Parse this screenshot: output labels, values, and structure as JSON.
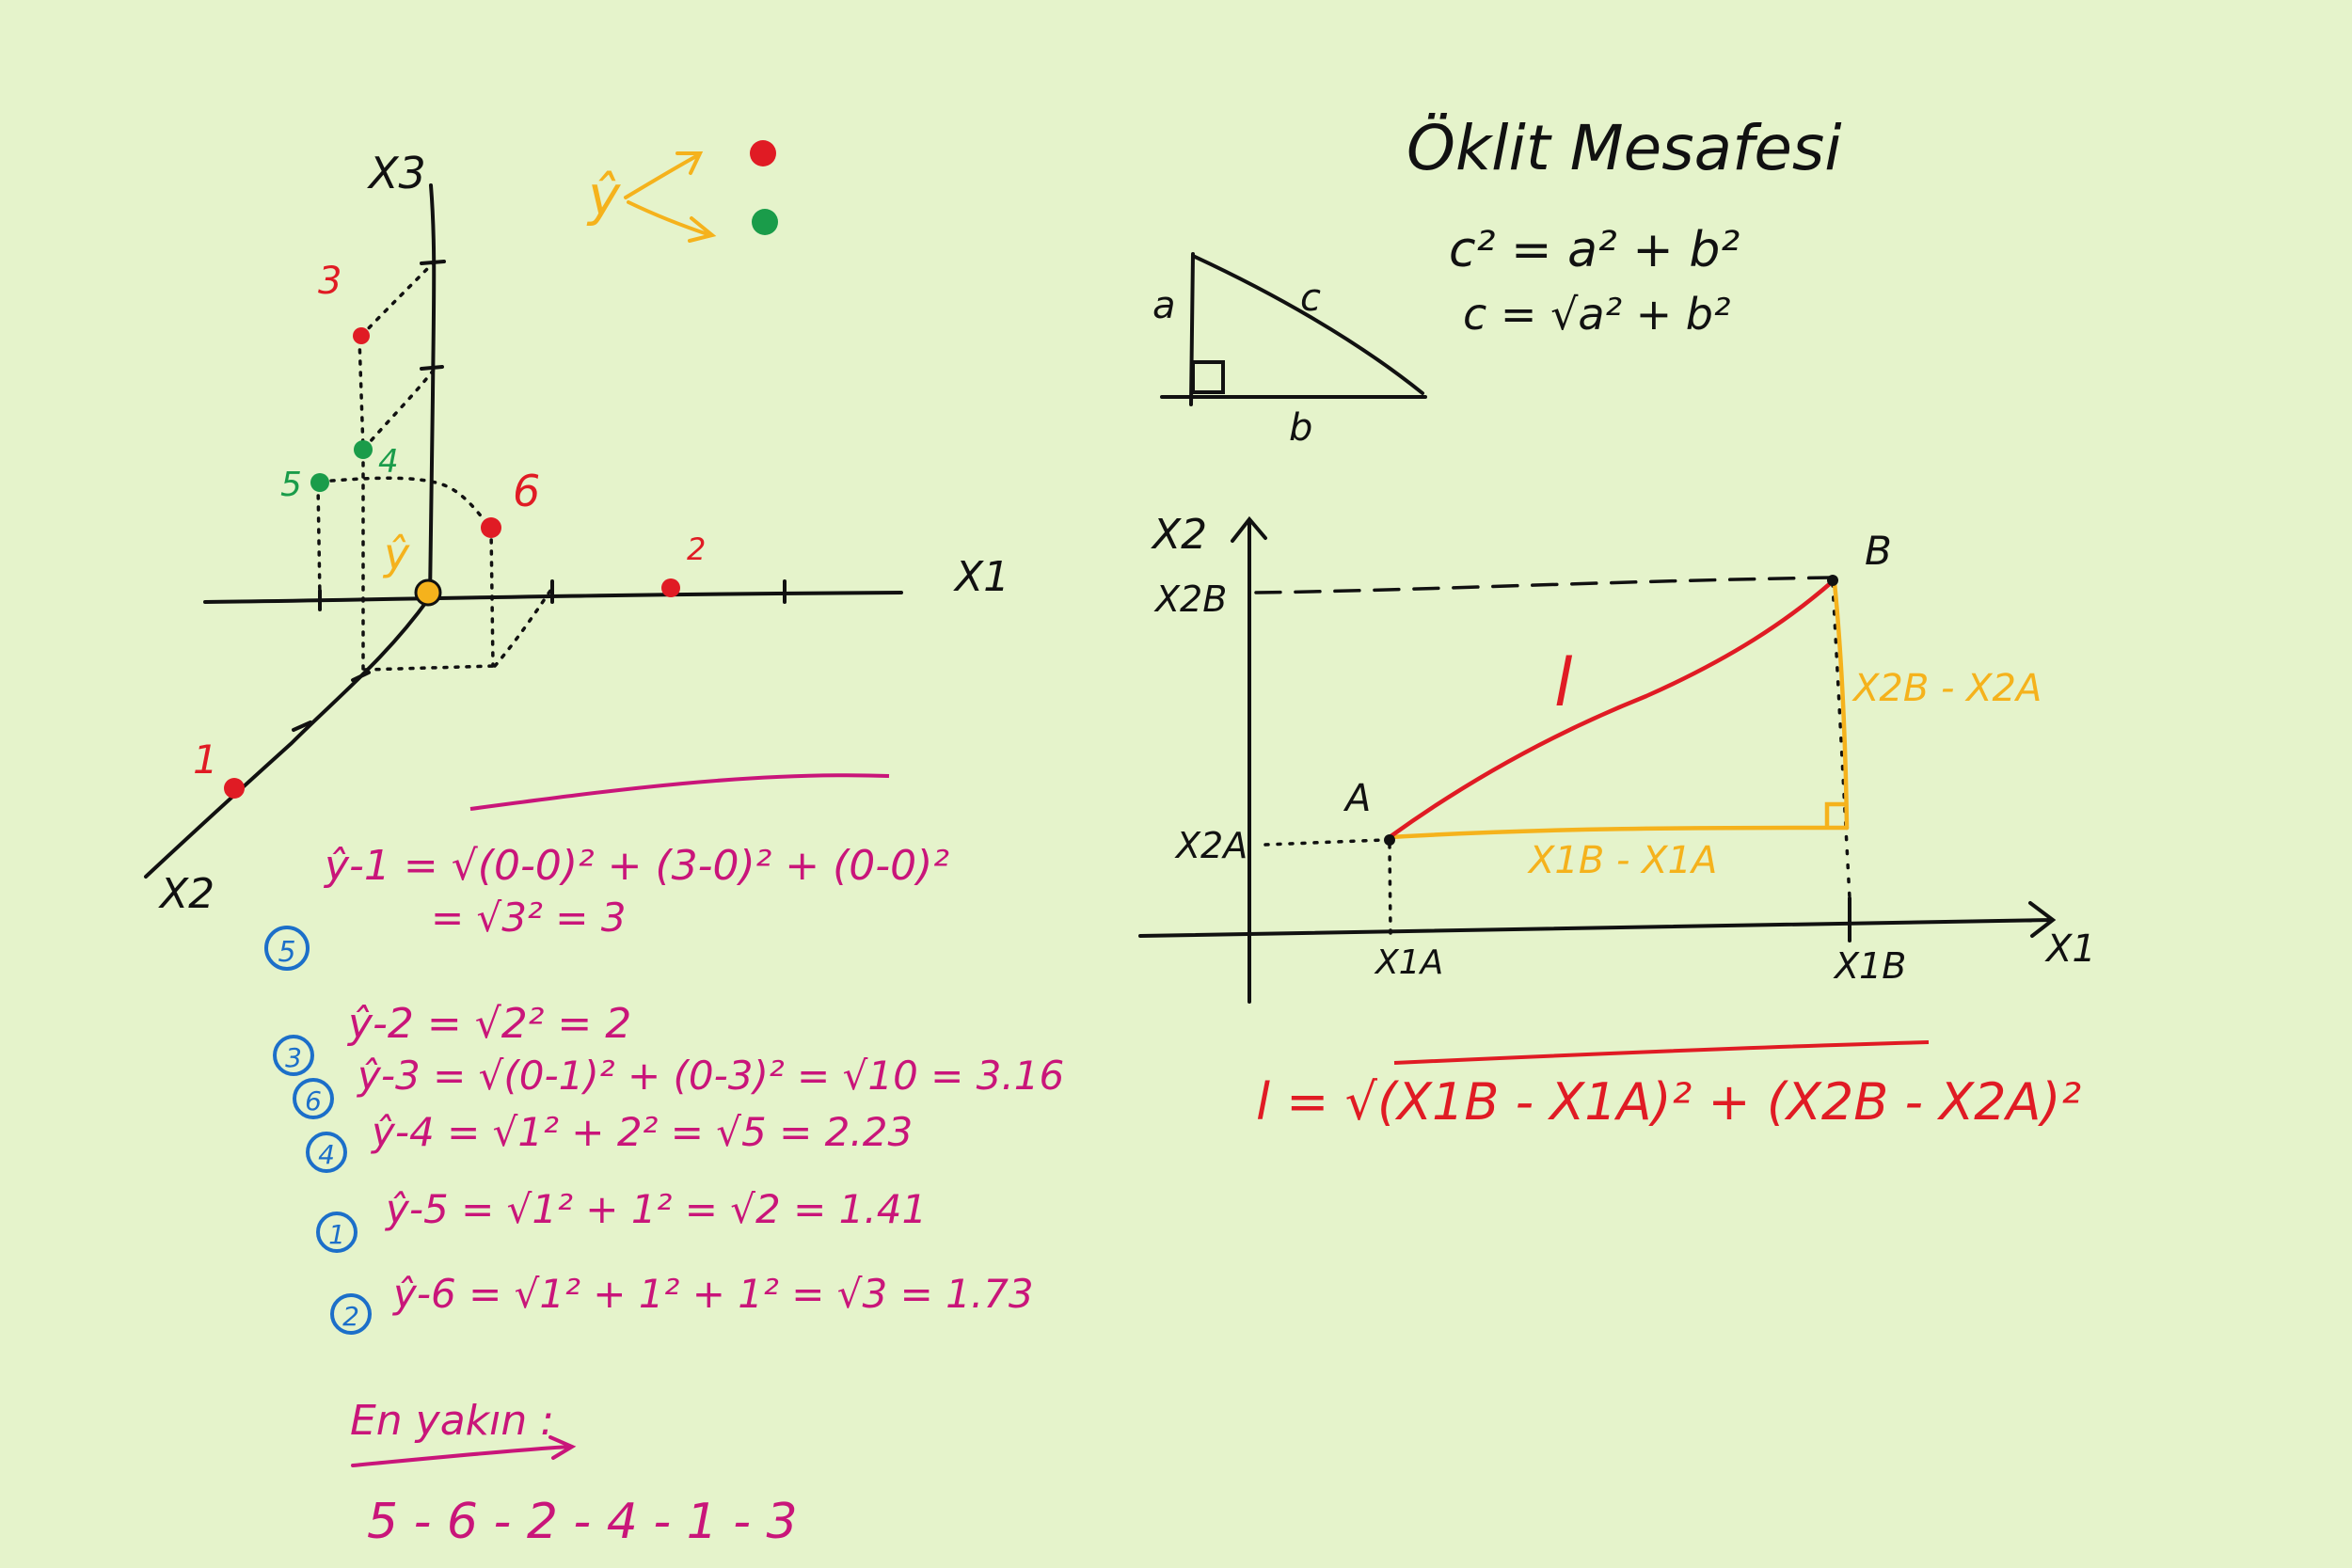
{
  "colors": {
    "background": "#e5f3cb",
    "ink_black": "#111111",
    "ink_red": "#e01b24",
    "ink_pink": "#c9157a",
    "ink_orange": "#f5b21c",
    "ink_green": "#1a9c4a",
    "ink_blue": "#1c6fc9"
  },
  "plot3d": {
    "axis_x1": "X1",
    "axis_x2": "X2",
    "axis_x3": "X3",
    "yhat": "ŷ",
    "points": [
      {
        "label": "1",
        "class": "red"
      },
      {
        "label": "2",
        "class": "red"
      },
      {
        "label": "3",
        "class": "red"
      },
      {
        "label": "4",
        "class": "green"
      },
      {
        "label": "5",
        "class": "green"
      },
      {
        "label": "6",
        "class": "red"
      }
    ]
  },
  "legend": {
    "yhat": "ŷ",
    "class_a": "red",
    "class_b": "green"
  },
  "calculations": {
    "d1_line1": "ŷ-1 = √(0-0)² + (3-0)² + (0-0)²",
    "d1_line2": "= √3² = 3",
    "rank_d1": "5",
    "d2": "ŷ-2 = √2² = 2",
    "rank_d2": "3",
    "d3": "ŷ-3 = √(0-1)² + (0-3)² = √10 = 3.16",
    "rank_d3": "6",
    "d4": "ŷ-4 = √1² + 2² = √5 = 2.23",
    "rank_d4": "4",
    "d5": "ŷ-5 = √1² + 1² = √2 = 1.41",
    "rank_d5": "1",
    "d6": "ŷ-6 = √1² + 1² + 1² = √3 = 1.73",
    "rank_d6": "2",
    "closest_label": "En yakın :",
    "closest_order": "5 - 6 - 2 - 4 - 1 - 3"
  },
  "euclid": {
    "title": "Öklit Mesafesi",
    "pythagoras": "c² = a² + b²",
    "c_formula": "c = √a² + b²",
    "triangle_a": "a",
    "triangle_b": "b",
    "triangle_c": "c"
  },
  "plot2d": {
    "axis_x1": "X1",
    "axis_x2": "X2",
    "point_a": "A",
    "point_b": "B",
    "x2b": "X2B",
    "x2a": "X2A",
    "x1a": "X1A",
    "x1b": "X1B",
    "line_l": "l",
    "vertical_diff": "X2B - X2A",
    "horizontal_diff": "X1B - X1A",
    "distance_formula": "l = √(X1B - X1A)² + (X2B - X2A)²"
  }
}
